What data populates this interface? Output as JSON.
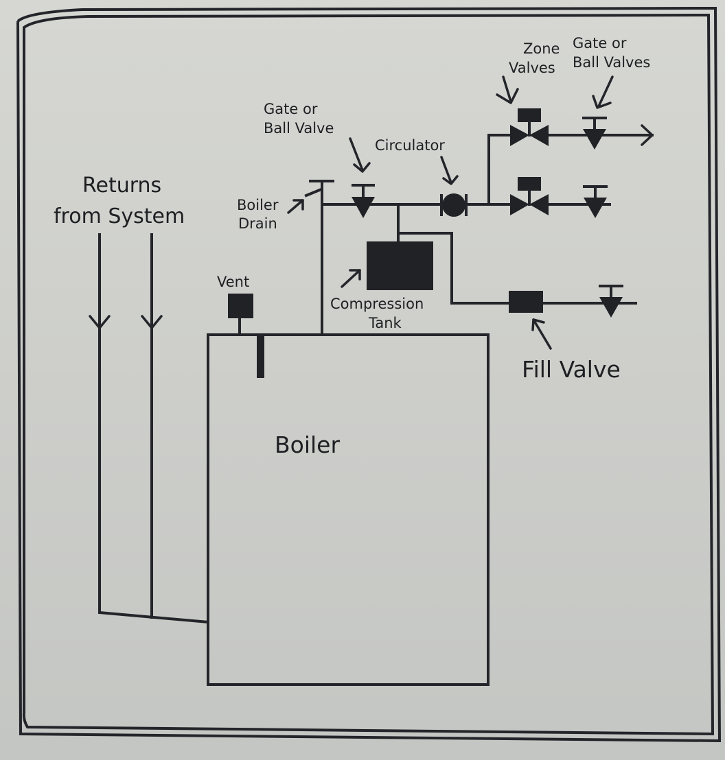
{
  "diagram": {
    "title": "Hydronic boiler piping schematic",
    "colors": {
      "ink": "#23252a",
      "paper": "#cfd0cc"
    },
    "labels": {
      "returns": [
        "Returns",
        "from System"
      ],
      "boiler": "Boiler",
      "vent": "Vent",
      "boiler_drain": [
        "Boiler",
        "Drain"
      ],
      "gate_or_ball_valve": [
        "Gate or",
        "Ball Valve"
      ],
      "circulator": "Circulator",
      "zone_valves": [
        "Zone",
        "Valves"
      ],
      "gate_or_ball_valves": [
        "Gate or",
        "Ball Valves"
      ],
      "compression_tank": [
        "Compression",
        "Tank"
      ],
      "fill_valve": "Fill Valve"
    },
    "components": [
      {
        "id": "boiler",
        "type": "boiler",
        "label": "Boiler"
      },
      {
        "id": "vent",
        "type": "air-vent",
        "label": "Vent"
      },
      {
        "id": "boiler-drain",
        "type": "drain-valve",
        "label": "Boiler Drain"
      },
      {
        "id": "supply-isolation-valve",
        "type": "gate-or-ball-valve",
        "label": "Gate or Ball Valve"
      },
      {
        "id": "circulator",
        "type": "pump",
        "label": "Circulator"
      },
      {
        "id": "zone-valve-1",
        "type": "zone-valve",
        "label": "Zone Valves"
      },
      {
        "id": "zone-valve-2",
        "type": "zone-valve",
        "label": "Zone Valves"
      },
      {
        "id": "zone-isolation-valve-1",
        "type": "gate-or-ball-valve",
        "label": "Gate or Ball Valves"
      },
      {
        "id": "zone-isolation-valve-2",
        "type": "gate-or-ball-valve",
        "label": "Gate or Ball Valves"
      },
      {
        "id": "compression-tank",
        "type": "expansion-tank",
        "label": "Compression Tank"
      },
      {
        "id": "fill-valve",
        "type": "fill-valve",
        "label": "Fill Valve"
      },
      {
        "id": "fill-isolation-valve",
        "type": "gate-or-ball-valve",
        "label": ""
      }
    ]
  }
}
